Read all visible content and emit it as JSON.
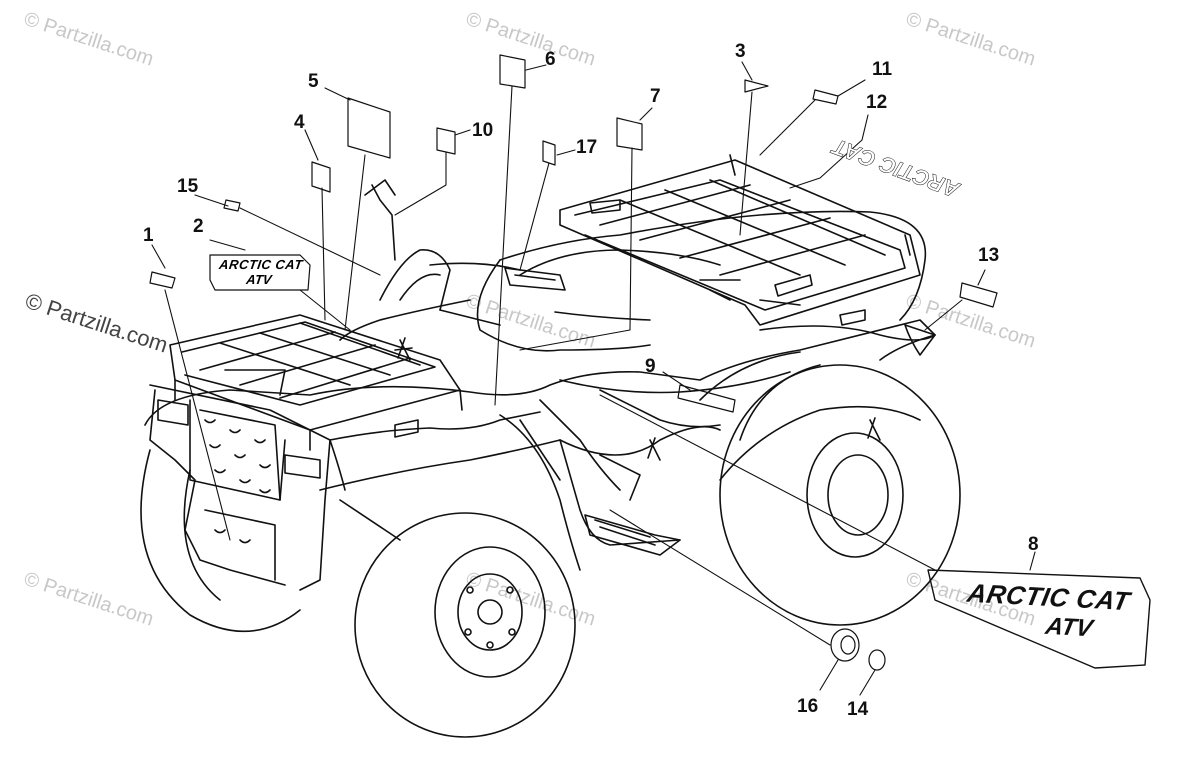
{
  "watermark": "© Partzilla.com",
  "decal_logo": {
    "line1": "ARCTIC CAT",
    "line2": "ATV"
  },
  "decal_12_text": "ARCTIC CAT",
  "callouts": {
    "c1": "1",
    "c2": "2",
    "c3": "3",
    "c4": "4",
    "c5": "5",
    "c6": "6",
    "c7": "7",
    "c8": "8",
    "c9": "9",
    "c10": "10",
    "c11": "11",
    "c12": "12",
    "c13": "13",
    "c14": "14",
    "c15": "15",
    "c16": "16",
    "c17": "17"
  }
}
